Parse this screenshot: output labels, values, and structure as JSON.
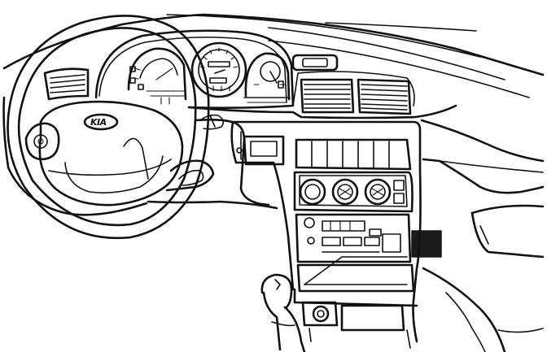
{
  "illustration": {
    "style": "black line drawing",
    "brand_logo_text": "KIA",
    "line_color": "#111111",
    "background_color": "#ffffff",
    "gauges": [
      "tachometer",
      "speedometer",
      "fuel-temp-gauge"
    ]
  }
}
